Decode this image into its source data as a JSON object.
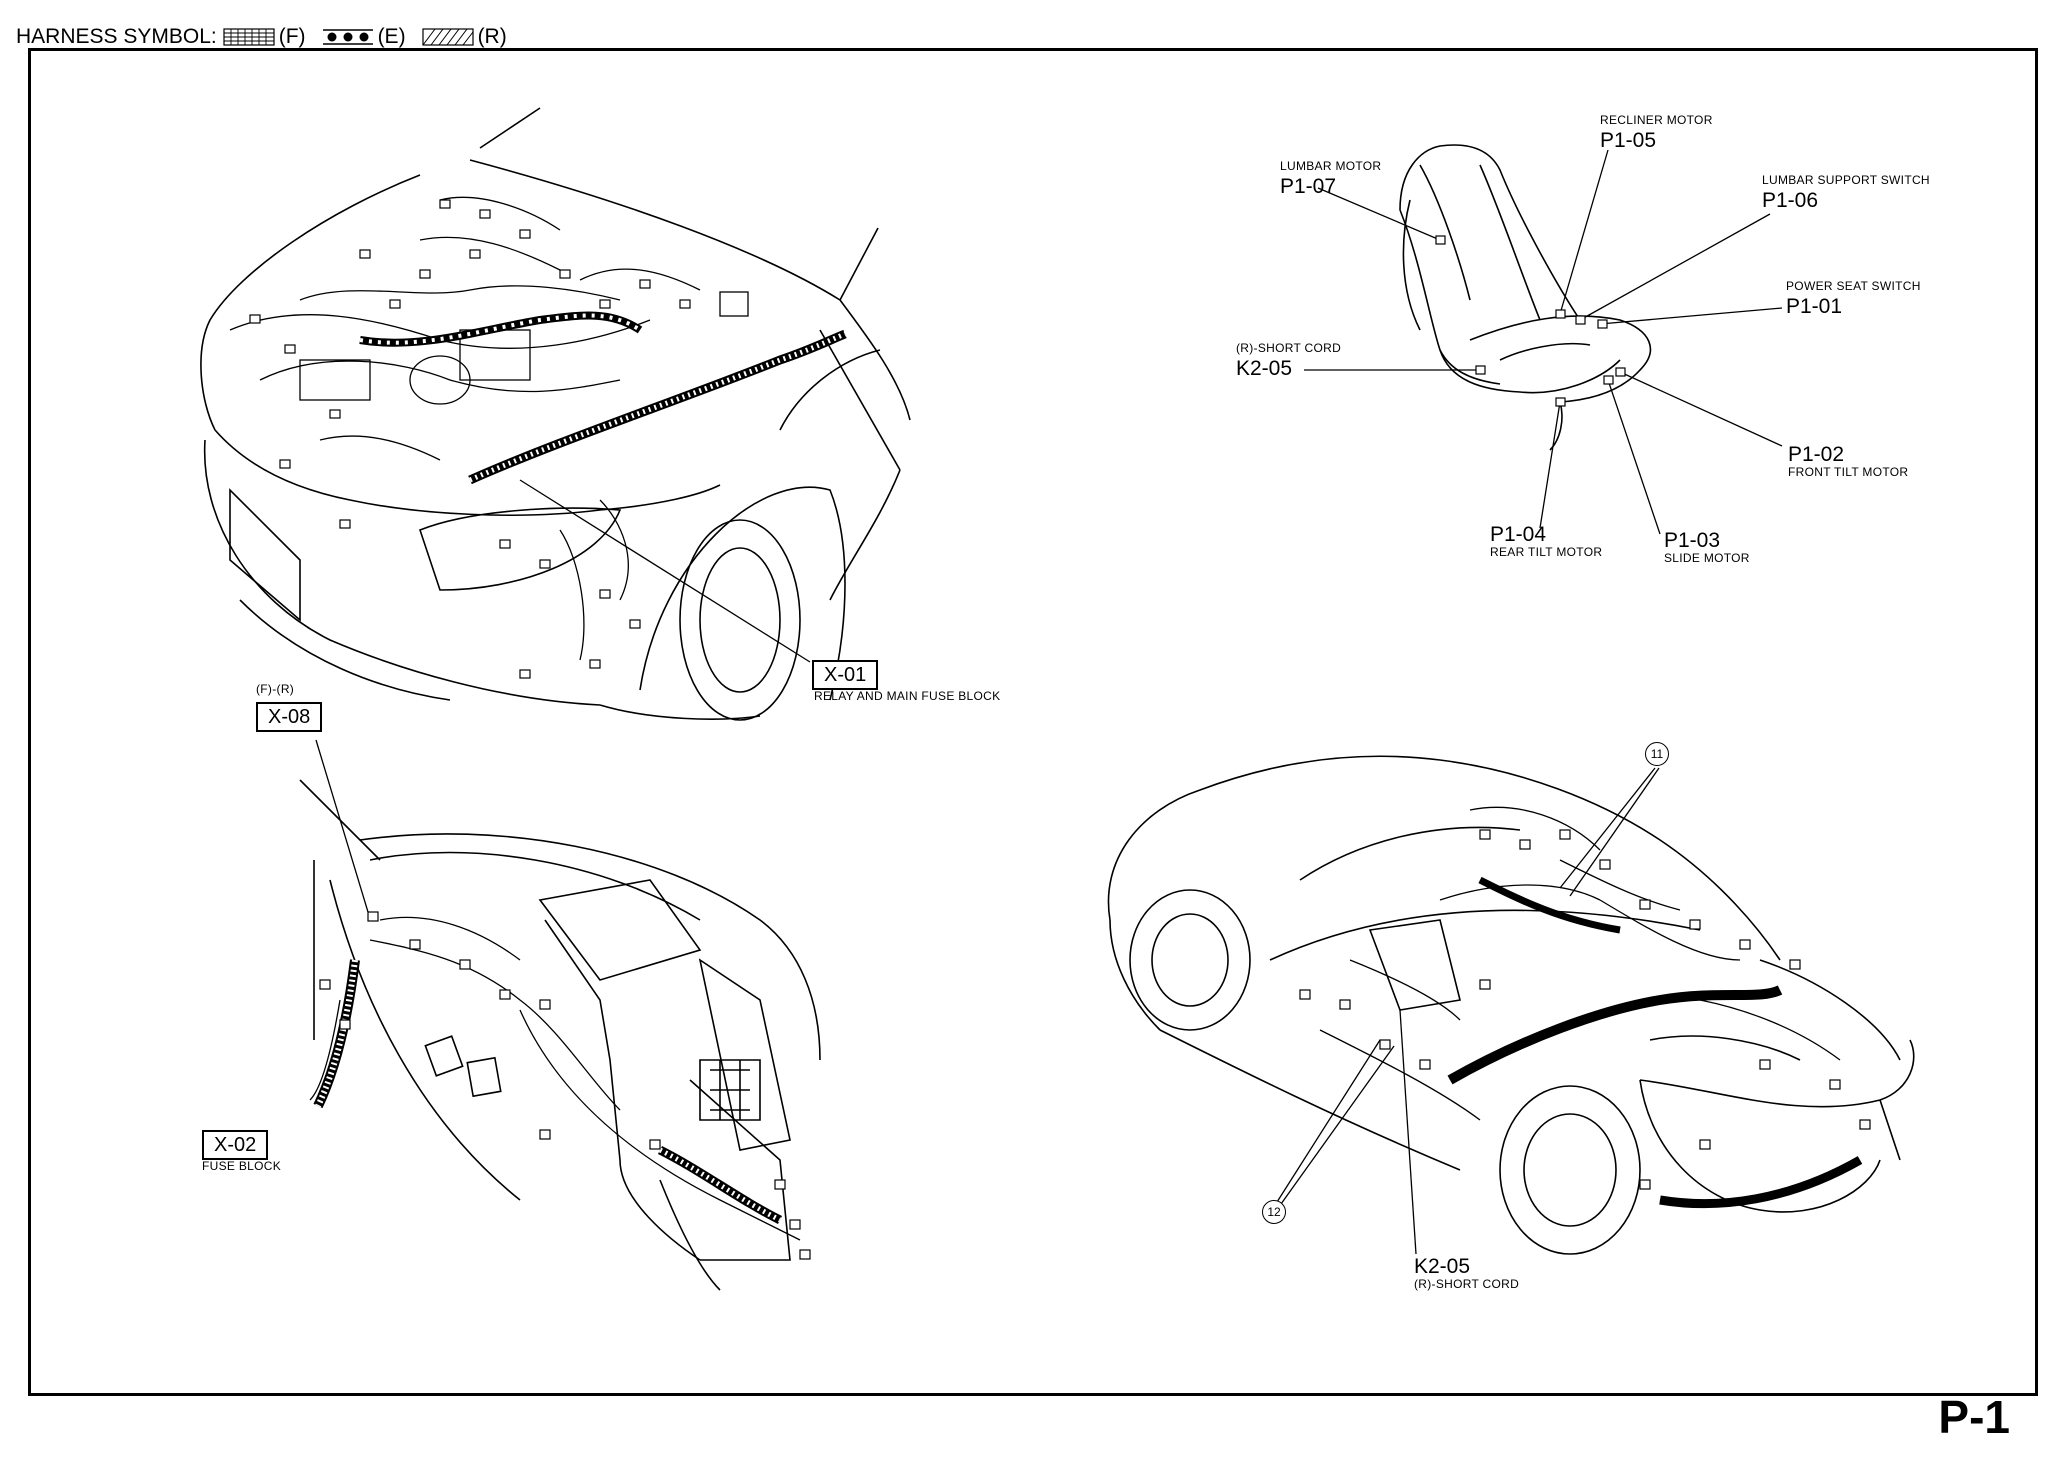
{
  "legend": {
    "title": "HARNESS SYMBOL:",
    "items": [
      {
        "code": "(F)",
        "style": "grid"
      },
      {
        "code": "(E)",
        "style": "dots"
      },
      {
        "code": "(R)",
        "style": "hatch"
      }
    ]
  },
  "page_number": "P-1",
  "colors": {
    "ink": "#000000",
    "paper": "#ffffff"
  },
  "engine": {
    "x01_code": "X-01",
    "x01_name": "RELAY AND MAIN FUSE BLOCK"
  },
  "dash": {
    "x08_tag": "(F)-(R)",
    "x08_code": "X-08",
    "x02_code": "X-02",
    "x02_name": "FUSE BLOCK"
  },
  "seat": {
    "recliner_name": "RECLINER MOTOR",
    "recliner_code": "P1-05",
    "lumbar_motor_name": "LUMBAR MOTOR",
    "lumbar_motor_code": "P1-07",
    "lumbar_switch_name": "LUMBAR SUPPORT SWITCH",
    "lumbar_switch_code": "P1-06",
    "power_seat_name": "POWER SEAT SWITCH",
    "power_seat_code": "P1-01",
    "short_cord_name": "(R)-SHORT CORD",
    "short_cord_code": "K2-05",
    "front_tilt_code": "P1-02",
    "front_tilt_name": "FRONT TILT MOTOR",
    "rear_tilt_code": "P1-04",
    "rear_tilt_name": "REAR TILT MOTOR",
    "slide_code": "P1-03",
    "slide_name": "SLIDE MOTOR"
  },
  "rear": {
    "callout_11": "11",
    "callout_12": "12",
    "short_cord_code": "K2-05",
    "short_cord_name": "(R)-SHORT CORD"
  }
}
